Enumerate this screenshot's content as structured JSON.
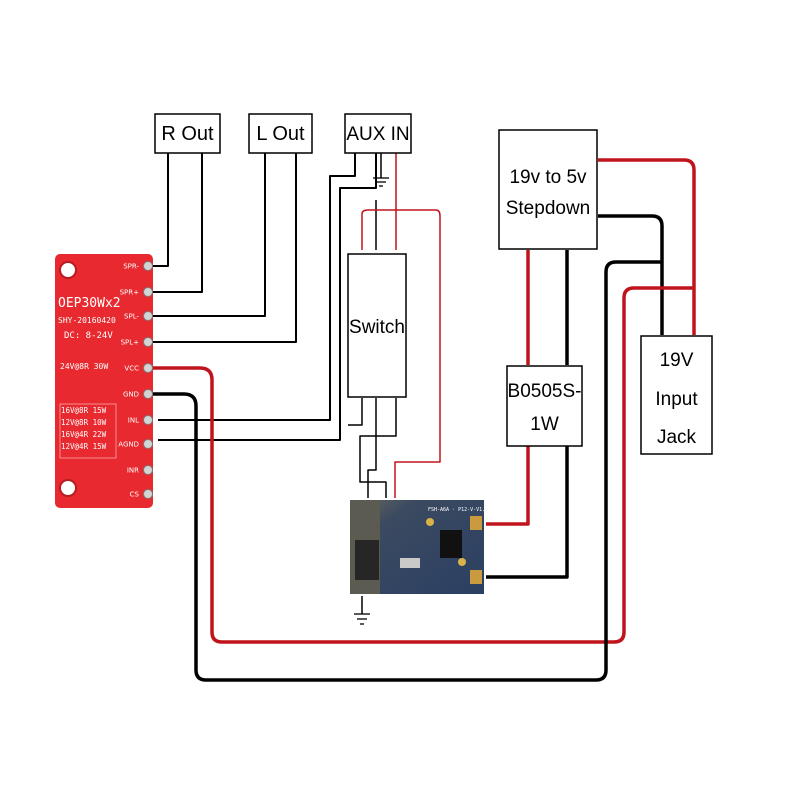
{
  "boxes": {
    "r_out": "R Out",
    "l_out": "L Out",
    "aux_in": "AUX IN",
    "stepdown_line1": "19v to 5v",
    "stepdown_line2": "Stepdown",
    "switch": "Switch",
    "b0505_line1": "B0505S-",
    "b0505_line2": "1W",
    "input_jack_line1": "19V",
    "input_jack_line2": "Input",
    "input_jack_line3": "Jack"
  },
  "amp_board": {
    "model": "OEP30Wx2",
    "code": "SHY-20160420",
    "dc": "DC: 8-24V",
    "spec0": "24V@8R  30W",
    "spec1": "16V@8R  15W",
    "spec2": "12V@8R  10W",
    "spec3": "16V@4R  22W",
    "spec4": "12V@4R  15W",
    "pins": [
      "SPR-",
      "SPR+",
      "SPL-",
      "SPL+",
      "VCC",
      "GND",
      "INL",
      "AGND",
      "INR",
      "CS"
    ]
  },
  "bt_board": {
    "silk": "FSH-A6A · P12-V-V1.1"
  },
  "colors": {
    "power_wire": "#c0141c",
    "ground_wire": "#000000",
    "signal_wire": "#000000",
    "amp_board": "#e8292f",
    "bt_board": "#2d3e57"
  }
}
